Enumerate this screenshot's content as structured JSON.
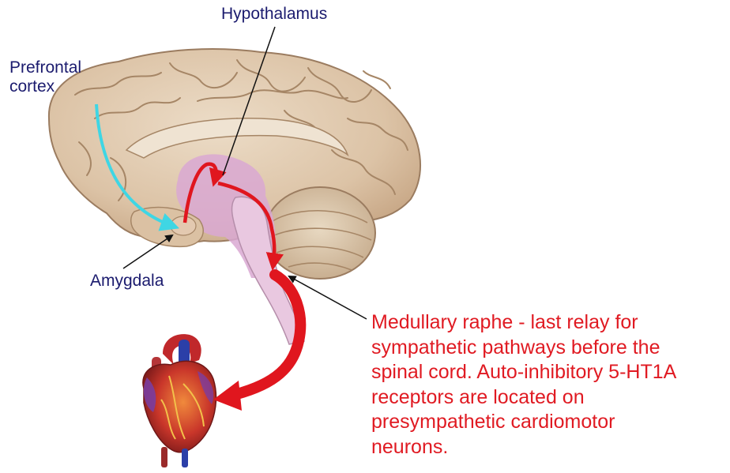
{
  "labels": {
    "hypothalamus": "Hypothalamus",
    "prefrontal_cortex": [
      "Prefrontal",
      "cortex"
    ],
    "amygdala": "Amygdala"
  },
  "description": {
    "lines": [
      "Medullary raphe - last relay for",
      "sympathetic pathways before the",
      "spinal cord. Auto-inhibitory 5-HT1A",
      "receptors are located on",
      "presympathetic cardiomotor",
      "neurons."
    ]
  },
  "colors": {
    "label_text": "#1b1b6e",
    "description_text": "#e01a22",
    "pathway_red": "#e0161e",
    "pathway_cyan": "#3fd6e4",
    "brain_tissue": "#dcc3a6",
    "limbic_highlight": "#d9a8d2"
  },
  "icons": {
    "brain": "brain-sagittal-illustration",
    "heart": "heart-illustration"
  }
}
